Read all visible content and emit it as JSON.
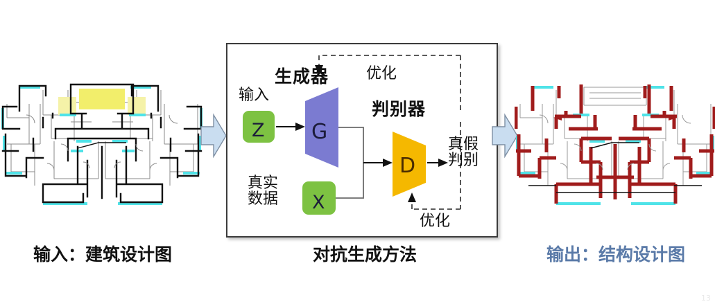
{
  "figure": {
    "title_center": "对抗生成方法",
    "caption_left": "输入：建筑设计图",
    "caption_right": "输出：结构设计图",
    "caption_left_color": "#111111",
    "caption_center_color": "#111111",
    "caption_right_color": "#5a7aa8"
  },
  "gan": {
    "generator_label": "生成器",
    "discriminator_label": "判别器",
    "optimize_top_label": "优化",
    "optimize_bottom_label": "优化",
    "input_label": "输入",
    "real_data_label": "真实\n数据",
    "real_data_line1": "真实",
    "real_data_line2": "数据",
    "output_label": "真假\n判别",
    "output_line1": "真假",
    "output_line2": "判别",
    "node_z": "Z",
    "node_x": "X",
    "node_g": "G",
    "node_d": "D",
    "colors": {
      "node_z_fill": "#7DC242",
      "node_x_fill": "#7DC242",
      "generator_fill": "#7B7BD1",
      "discriminator_fill": "#F5B800",
      "box_border": "#3b3b3b",
      "dashed_line": "#444444",
      "solid_line": "#111111",
      "connector_line": "#6b6b6b"
    }
  },
  "arrows": {
    "in_arrow_name": "block-arrow-input",
    "out_arrow_name": "block-arrow-output",
    "fill": "#c9ddf0",
    "stroke": "#7e8fa3"
  },
  "plans": {
    "left": {
      "name": "architectural-floor-plan",
      "wall_color": "#111111",
      "thin_color": "#8a8a8a",
      "window_color": "#4fe3e8",
      "room_highlight": "#f2ee6b"
    },
    "right": {
      "name": "structural-floor-plan",
      "wall_color": "#a01c1c",
      "thin_color": "#9a9a9a",
      "window_color": "#4fe3e8"
    }
  },
  "page": {
    "faint_corner_mark": "13"
  }
}
